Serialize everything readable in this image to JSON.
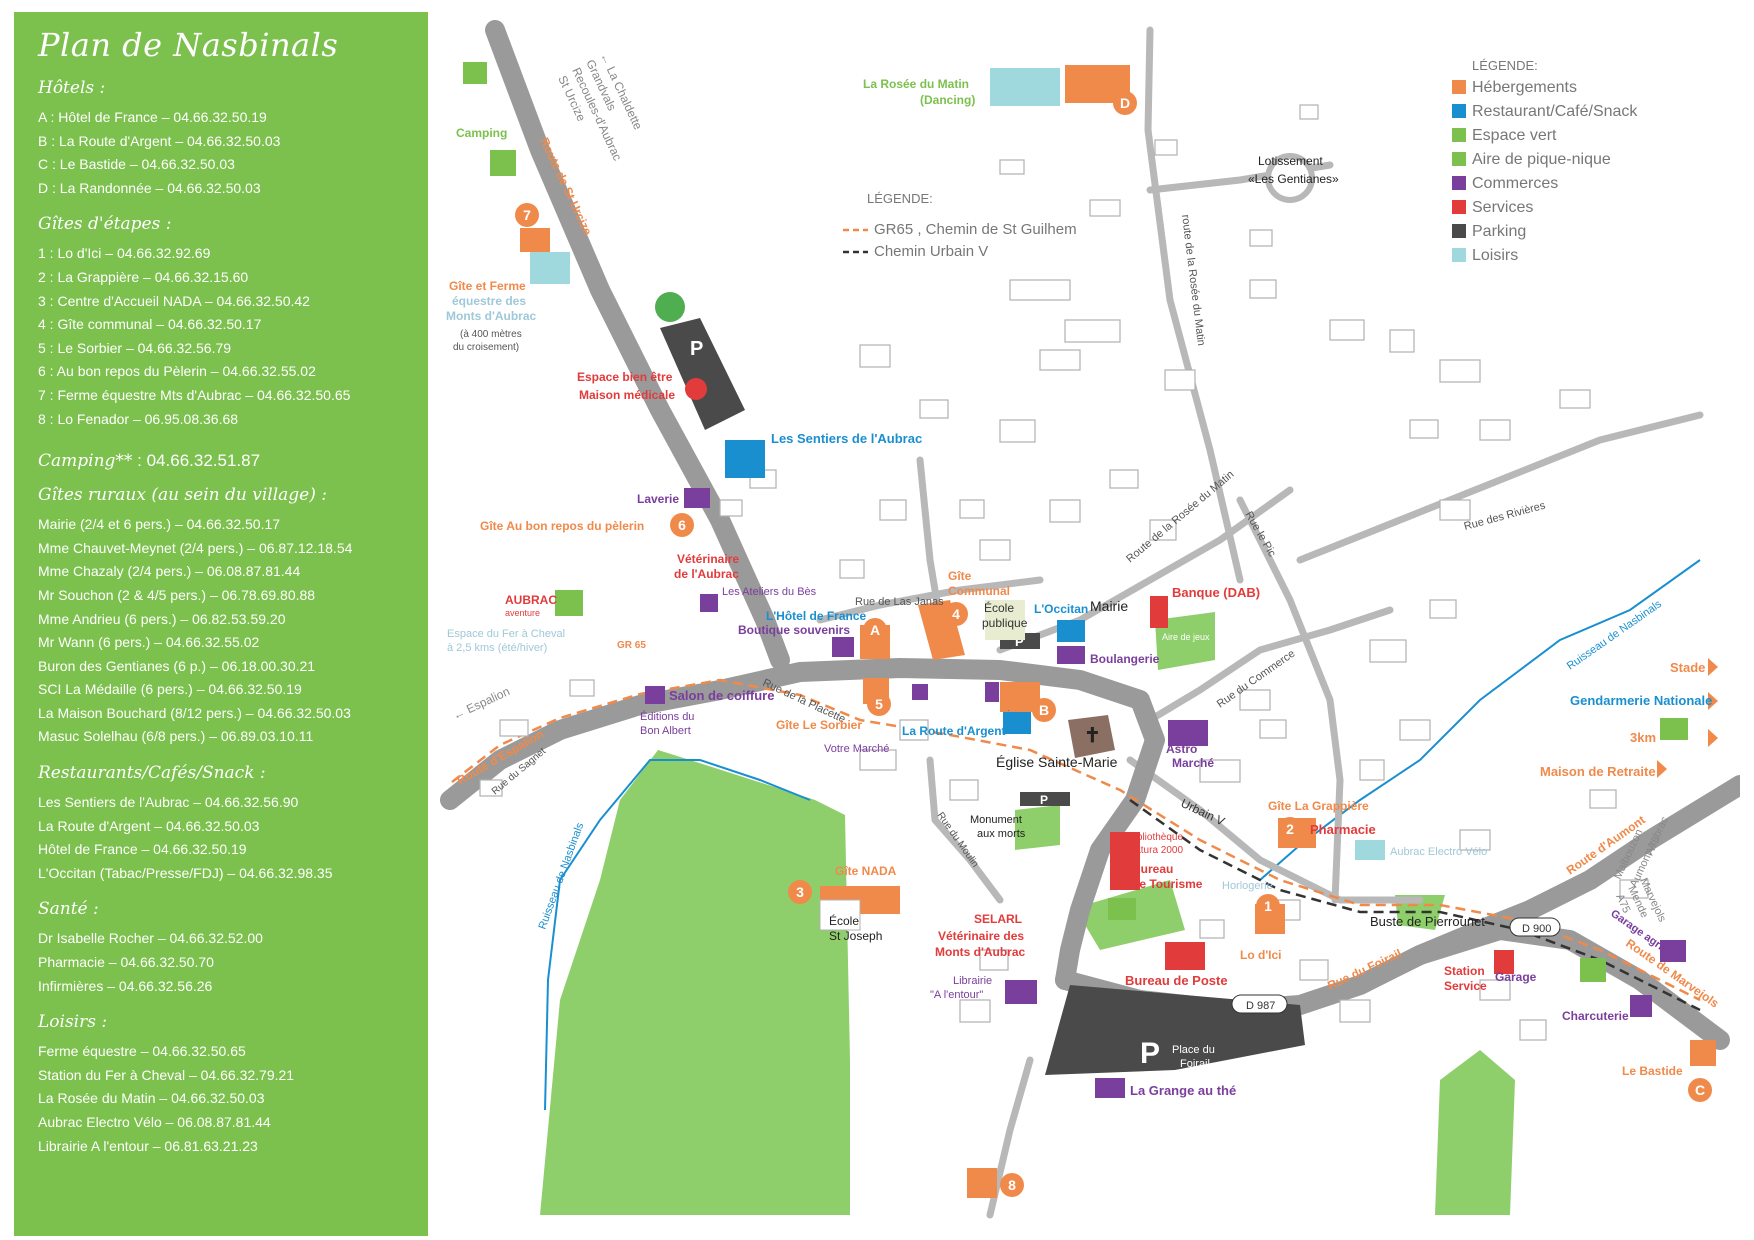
{
  "title": "Plan de Nasbinals",
  "colors": {
    "sidebar": "#7cc04e",
    "hebergement": "#f08a4b",
    "restaurant": "#1a8fd0",
    "espace_vert": "#7cc04e",
    "commerce": "#7a3e9d",
    "services": "#e23b3b",
    "parking": "#4a4a4a",
    "loisirs": "#9fd9de",
    "road": "#9a9a9a"
  },
  "sidebar": {
    "hotels": {
      "title": "Hôtels :",
      "items": [
        "A : Hôtel de France – 04.66.32.50.19",
        "B : La Route d'Argent – 04.66.32.50.03",
        "C : Le Bastide – 04.66.32.50.03",
        "D : La Randonnée – 04.66.32.50.03"
      ]
    },
    "gites_etapes": {
      "title": "Gîtes d'étapes :",
      "items": [
        "1 : Lo d'Ici – 04.66.32.92.69",
        "2 : La Grappière – 04.66.32.15.60",
        "3 : Centre d'Accueil NADA – 04.66.32.50.42",
        "4 : Gîte communal – 04.66.32.50.17",
        "5 : Le Sorbier – 04.66.32.56.79",
        "6 : Au bon repos du Pèlerin – 04.66.32.55.02",
        "7 : Ferme équestre Mts d'Aubrac – 04.66.32.50.65",
        "8 : Lo Fenador – 06.95.08.36.68"
      ]
    },
    "camping": {
      "title": "Camping**",
      "phone": ": 04.66.32.51.87"
    },
    "gites_ruraux": {
      "title": "Gîtes ruraux (au sein du village) :",
      "items": [
        "Mairie (2/4 et 6 pers.) – 04.66.32.50.17",
        "Mme Chauvet-Meynet (2/4 pers.) – 06.87.12.18.54",
        "Mme Chazaly (2/4 pers.) – 06.08.87.81.44",
        "Mr Souchon (2 & 4/5 pers.) – 06.78.69.80.88",
        "Mme Andrieu (6 pers.) – 06.82.53.59.20",
        "Mr Wann (6 pers.) – 04.66.32.55.02",
        "Buron des Gentianes (6 p.) – 06.18.00.30.21",
        "SCI La Médaille (6 pers.) – 04.66.32.50.19",
        "La Maison Bouchard (8/12 pers.) – 04.66.32.50.03",
        "Masuc Solelhau (6/8 pers.) – 06.89.03.10.11"
      ]
    },
    "restaurants": {
      "title": "Restaurants/Cafés/Snack :",
      "items": [
        "Les Sentiers de l'Aubrac – 04.66.32.56.90",
        "La Route d'Argent – 04.66.32.50.03",
        "Hôtel de France – 04.66.32.50.19",
        "L'Occitan (Tabac/Presse/FDJ) – 04.66.32.98.35"
      ]
    },
    "sante": {
      "title": "Santé :",
      "items": [
        "Dr Isabelle Rocher – 04.66.32.52.00",
        "Pharmacie – 04.66.32.50.70",
        "Infirmières – 04.66.32.56.26"
      ]
    },
    "loisirs": {
      "title": "Loisirs :",
      "items": [
        "Ferme équestre – 04.66.32.50.65",
        "Station du Fer à Cheval – 04.66.32.79.21",
        "La Rosée du Matin – 04.66.32.50.03",
        "Aubrac Electro Vélo – 06.08.87.81.44",
        "Librairie A l'entour – 06.81.63.21.23"
      ]
    }
  },
  "legend_main": {
    "title": "LÉGENDE:",
    "items": [
      {
        "label": "Hébergements",
        "color": "#f08a4b"
      },
      {
        "label": "Restaurant/Café/Snack",
        "color": "#1a8fd0"
      },
      {
        "label": "Espace vert",
        "color": "#7cc04e"
      },
      {
        "label": "Aire de pique-nique",
        "color": "#7cc04e"
      },
      {
        "label": "Commerces",
        "color": "#7a3e9d"
      },
      {
        "label": "Services",
        "color": "#e23b3b"
      },
      {
        "label": "Parking",
        "color": "#4a4a4a"
      },
      {
        "label": "Loisirs",
        "color": "#9fd9de"
      }
    ]
  },
  "legend_paths": {
    "title": "LÉGENDE:",
    "gr65": "GR65 , Chemin de St Guilhem",
    "urbain": "Chemin Urbain V"
  },
  "map_labels": {
    "rosee": "La Rosée du Matin",
    "dancing": "(Dancing)",
    "lotissement1": "Lotissement",
    "lotissement2": "«Les Gentianes»",
    "camping": "Camping",
    "route_st_urcize": "Route de St Urcize",
    "chaldette1": "← La Chaldette",
    "chaldette2": "Grandvals",
    "chaldette3": "Recoules-d'Aubrac",
    "chaldette4": "St Urcize",
    "gite_ferme1": "Gîte et Ferme",
    "gite_ferme2": "équestre des",
    "gite_ferme3": "Monts d'Aubrac",
    "gite_ferme4": "(à 400 mètres",
    "gite_ferme5": "du croisement)",
    "espace_bien_etre": "Espace bien être",
    "maison_medicale": "Maison médicale",
    "sentiers": "Les Sentiers de l'Aubrac",
    "laverie": "Laverie",
    "gite_bon_repos": "Gîte Au bon repos du pèlerin",
    "veterinaire1": "Vétérinaire",
    "veterinaire2": "de l'Aubrac",
    "ateliers": "Les Ateliers du Bès",
    "rue_las_janas": "Rue de Las Janas",
    "gite_communal1": "Gîte",
    "gite_communal2": "Communal",
    "ecole_publique1": "École",
    "ecole_publique2": "publique",
    "occitan": "L'Occitan",
    "mairie": "Mairie",
    "banque": "Banque (DAB)",
    "aire_jeux": "Aire de jeux",
    "hotel_france": "L'Hôtel de France",
    "boutique": "Boutique souvenirs",
    "aubrac_aventure1": "AUBRAC",
    "aubrac_aventure2": "aventure",
    "espace_fer1": "Espace du Fer à Cheval",
    "espace_fer2": "à 2,5 kms (été/hiver)",
    "gr65": "GR 65",
    "espalion": "← Espalion",
    "route_espalion": "Route d'Espalion",
    "rue_sagnet": "Rue du Sagnet",
    "salon": "Salon de coiffure",
    "editions1": "Éditions du",
    "editions2": "Bon Albert",
    "rue_placette": "Rue de la Placette",
    "gite_sorbier": "Gîte Le Sorbier",
    "votre_marche": "Votre Marché",
    "route_argent": "La Route d'Argent",
    "boulangerie": "Boulangerie",
    "eglise": "Église Sainte-Marie",
    "astro1": "Astro",
    "astro2": "Marché",
    "rue_commerce": "Rue du Commerce",
    "route_rosee": "route de la Rosée du Matin",
    "route_rosee2": "Route de la Rosée du Matin",
    "rue_pic": "Rue le Pic",
    "rue_rivieres": "Rue des Rivières",
    "ruisseau_nasbinals": "Ruisseau de Nasbinals",
    "stade": "Stade",
    "gendarmerie": "Gendarmerie Nationale",
    "km3": "3km",
    "maison_retraite": "Maison de Retraite",
    "gite_grappiere": "Gîte La Grappière",
    "pharmacie": "Pharmacie",
    "aubrac_electro": "Aubrac Electro Vélo",
    "urbain_v": "Urbain V",
    "monument1": "Monument",
    "monument2": "aux morts",
    "bibliotheque1": "Bibliothèque",
    "bibliotheque2": "Natura 2000",
    "bureau_tourisme1": "Bureau",
    "bureau_tourisme2": "de Tourisme",
    "horlogerie": "Horlogerie",
    "gite_nada": "Gîte NADA",
    "ecole_joseph1": "École",
    "ecole_joseph2": "St Joseph",
    "rue_moulin": "Rue du Moulin",
    "ruisseau2": "Ruisseau de Nasbinals",
    "selarl1": "SELARL",
    "selarl2": "Vétérinaire des",
    "selarl3": "Monts d'Aubrac",
    "librairie1": "Librairie",
    "librairie2": "\"A l'entour\"",
    "bureau_poste": "Bureau de Poste",
    "lo_dici": "Lo d'Ici",
    "buste": "Buste de Pierrounet",
    "d900": "D 900",
    "d987": "D 987",
    "route_foirail": "Rue du Foirail",
    "station1": "Station",
    "station2": "Service",
    "garage": "Garage",
    "garage_agricole": "Garage agricole",
    "route_aumont": "Route d'Aumont",
    "route_marvejols": "Route de Marvejols",
    "malbouzon1": "Malbouzon",
    "malbouzon2": "Aumont-Aubrac",
    "malbouzon3": "A75",
    "marvejols1": "Marvejols",
    "marvejols2": "Mende",
    "marvejols3": "A75",
    "charcuterie": "Charcuterie",
    "le_bastide": "Le Bastide",
    "place_foirail1": "Place du",
    "place_foirail2": "Foirail",
    "grange": "La Grange au thé",
    "P": "P",
    "A": "A",
    "B": "B",
    "C": "C",
    "D": "D",
    "n1": "1",
    "n2": "2",
    "n3": "3",
    "n4": "4",
    "n5": "5",
    "n6": "6",
    "n7": "7",
    "n8": "8"
  }
}
